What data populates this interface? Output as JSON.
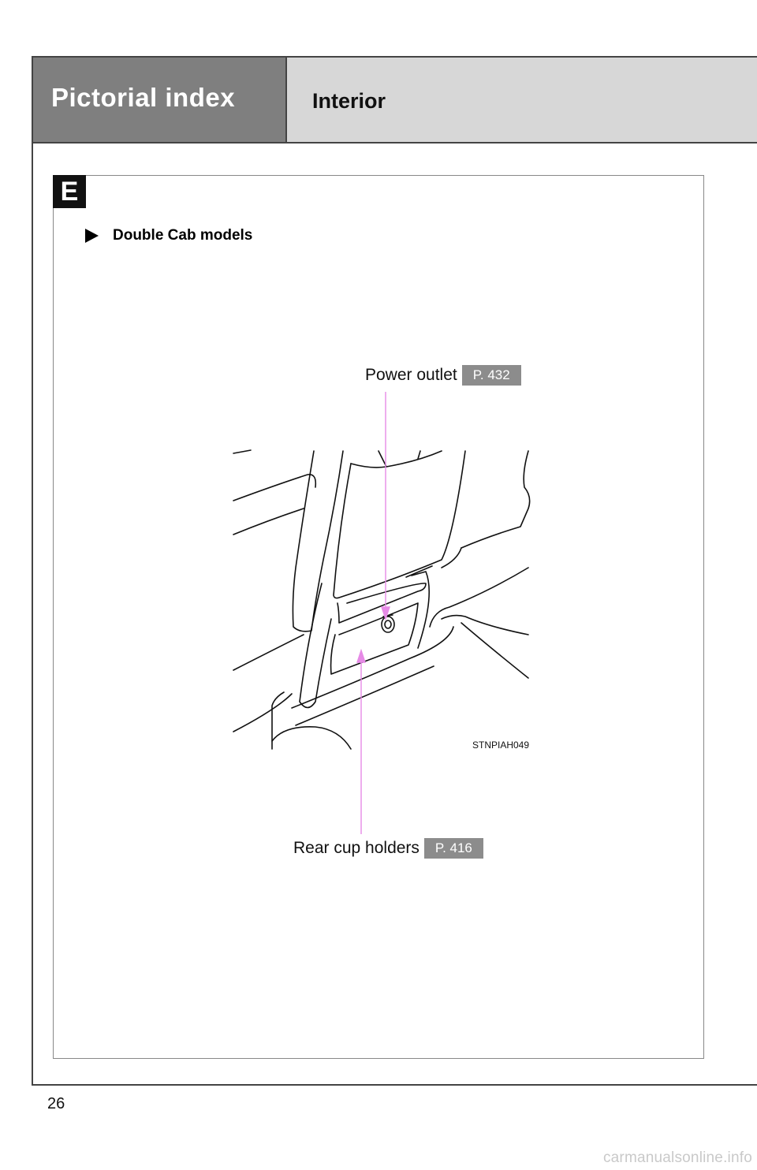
{
  "header": {
    "title": "Pictorial index",
    "section": "Interior"
  },
  "content": {
    "badge": "E",
    "subheading": "Double Cab models",
    "callouts": [
      {
        "label": "Power outlet",
        "page_ref": "P. 432"
      },
      {
        "label": "Rear cup holders",
        "page_ref": "P. 416"
      }
    ],
    "figure_code": "STNPIAH049"
  },
  "footer": {
    "page_number": "26",
    "watermark": "carmanualsonline.info"
  },
  "colors": {
    "header_dark": "#7f7f7f",
    "header_light": "#d7d7d7",
    "page_ref_bg": "#8c8c8c",
    "leader_line": "#e68ae6"
  },
  "icons": {
    "subheading_marker": "triangle-right-icon"
  }
}
